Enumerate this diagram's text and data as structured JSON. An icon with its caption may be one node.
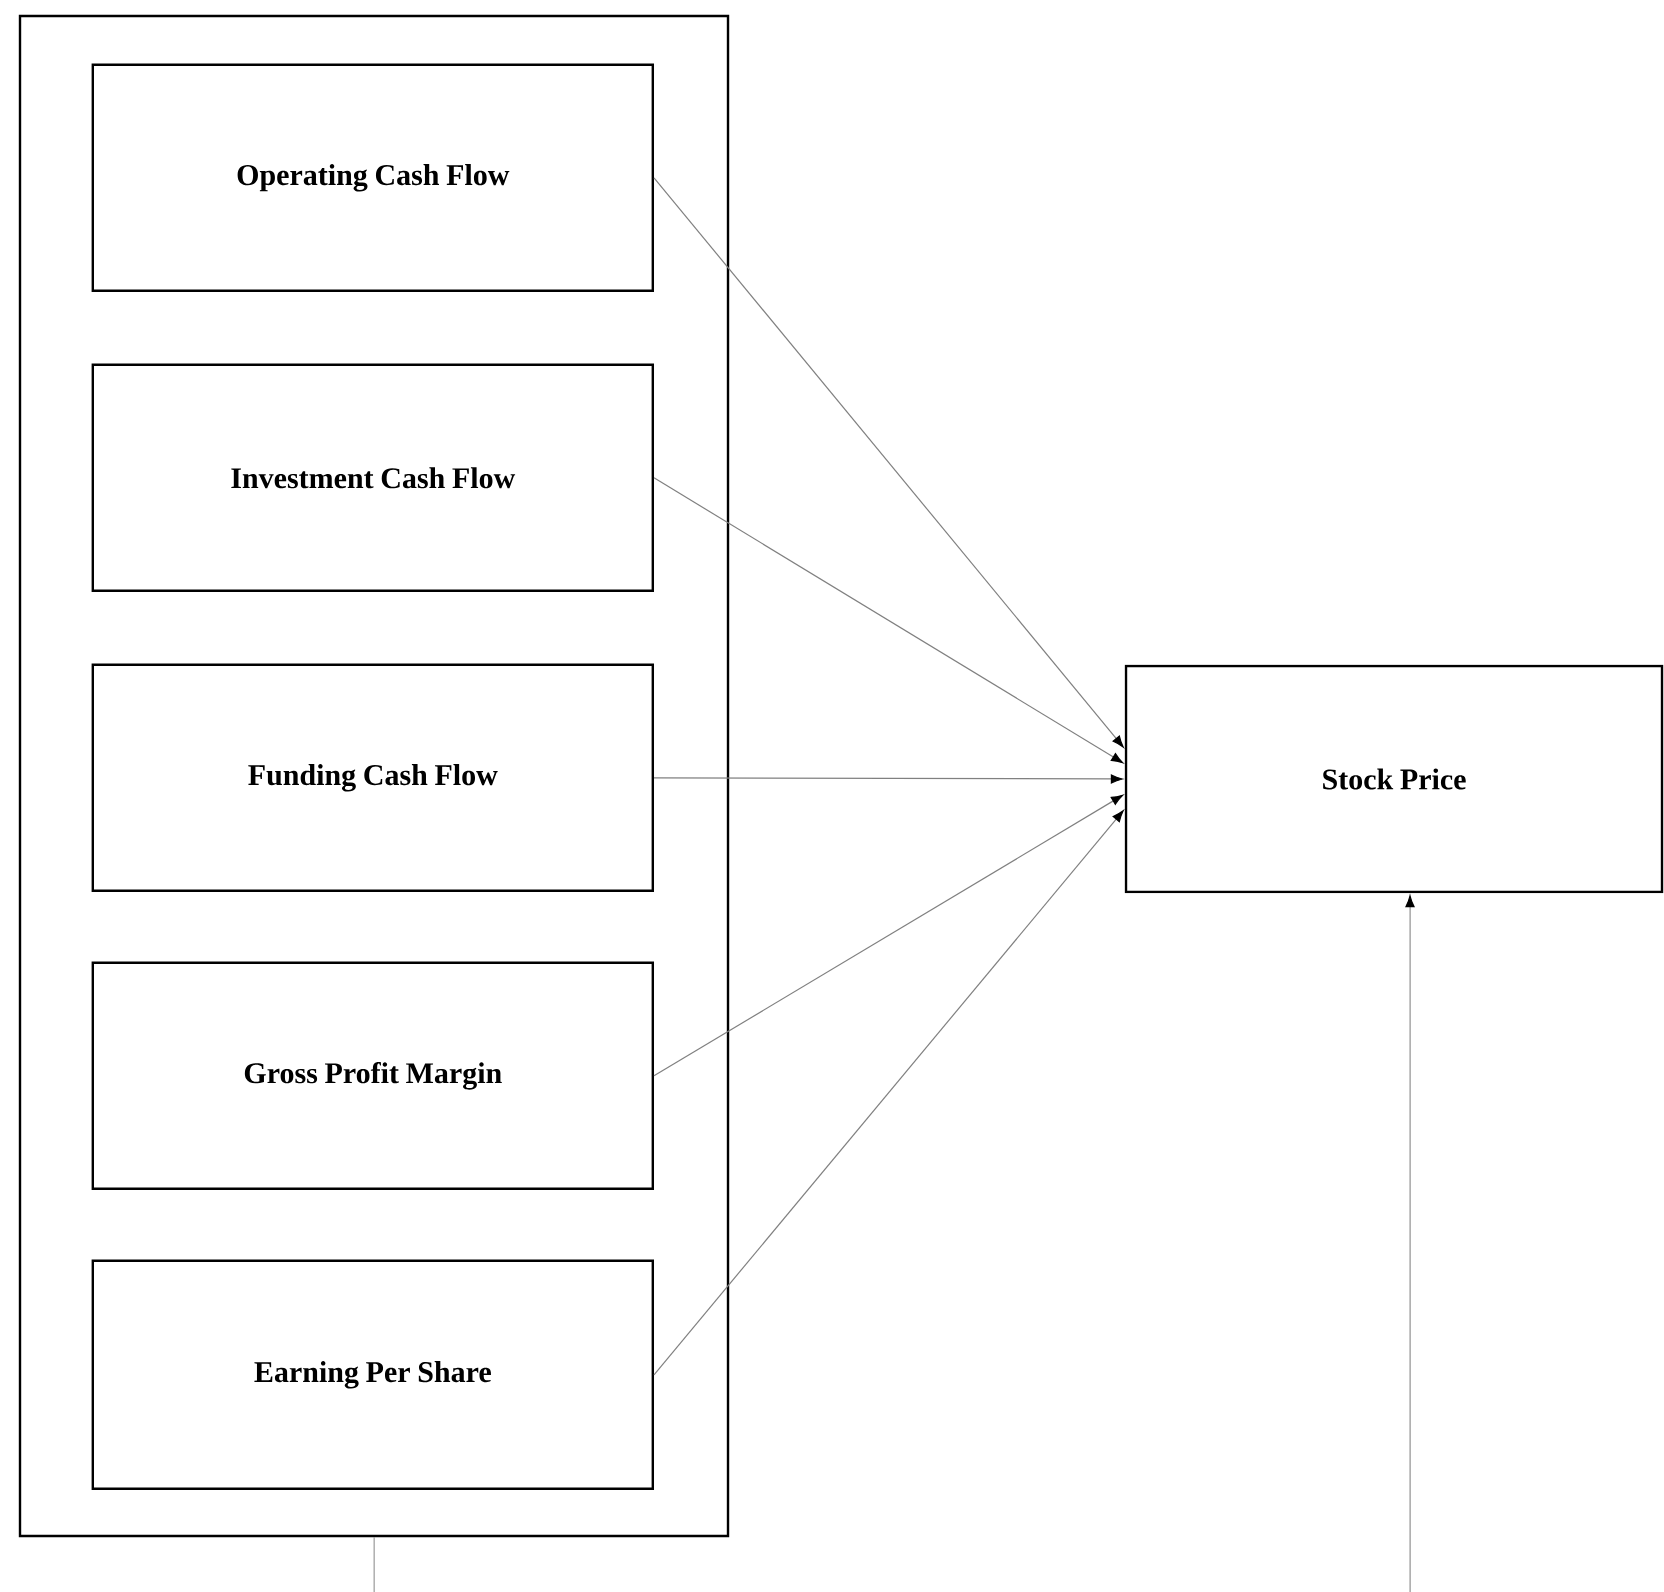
{
  "diagram": {
    "nodes": [
      {
        "text": [],
        "shape": "box"
      },
      {
        "text": [
          "Operating Cash Flow"
        ],
        "in": 0
      },
      {
        "text": [
          "Investment Cash Flow"
        ],
        "in": 0
      },
      {
        "text": [
          "Funding Cash Flow"
        ],
        "in": 0
      },
      {
        "text": [
          "Gross Profit Margin"
        ],
        "in": 0
      },
      {
        "text": [
          "Earning Per Share"
        ],
        "in": 0
      },
      {
        "text": [
          "Stock Price"
        ]
      }
    ],
    "edges": [
      {
        "from": 1,
        "to": 6,
        "arrow": "to"
      },
      {
        "from": 2,
        "to": 6,
        "arrow": "to"
      },
      {
        "from": 3,
        "to": 6,
        "arrow": "to"
      },
      {
        "from": 4,
        "to": 6,
        "arrow": "to"
      },
      {
        "from": 5,
        "to": 6,
        "arrow": "to"
      },
      {
        "from": 0,
        "to": null,
        "arrow": "none"
      },
      {
        "from": null,
        "to": 6,
        "arrow": "to"
      }
    ]
  }
}
